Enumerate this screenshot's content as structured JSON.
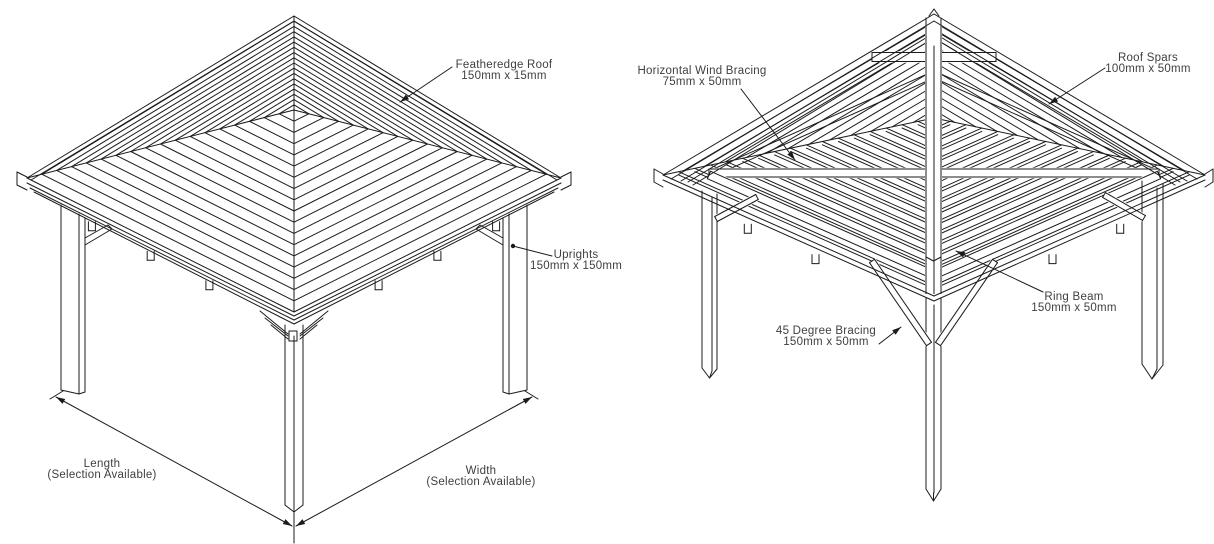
{
  "page": {
    "background": "#ffffff",
    "line_color": "#1b1b1b",
    "text_color": "#3f3f3f"
  },
  "left_diagram": {
    "name": "gazebo-covered-view",
    "labels": {
      "featheredge_roof": {
        "title": "Featheredge Roof",
        "size": "150mm x 15mm"
      },
      "uprights": {
        "title": "Uprights",
        "size": "150mm x 150mm"
      },
      "length": {
        "title": "Length",
        "size": "(Selection Available)"
      },
      "width": {
        "title": "Width",
        "size": "(Selection Available)"
      }
    }
  },
  "right_diagram": {
    "name": "gazebo-frame-view",
    "labels": {
      "horizontal_wind_bracing": {
        "title": "Horizontal Wind Bracing",
        "size": "75mm x 50mm"
      },
      "roof_spars": {
        "title": "Roof Spars",
        "size": "100mm x 50mm"
      },
      "ring_beam": {
        "title": "Ring Beam",
        "size": "150mm x 50mm"
      },
      "bracing_45": {
        "title": "45 Degree Bracing",
        "size": "150mm x 50mm"
      }
    }
  }
}
